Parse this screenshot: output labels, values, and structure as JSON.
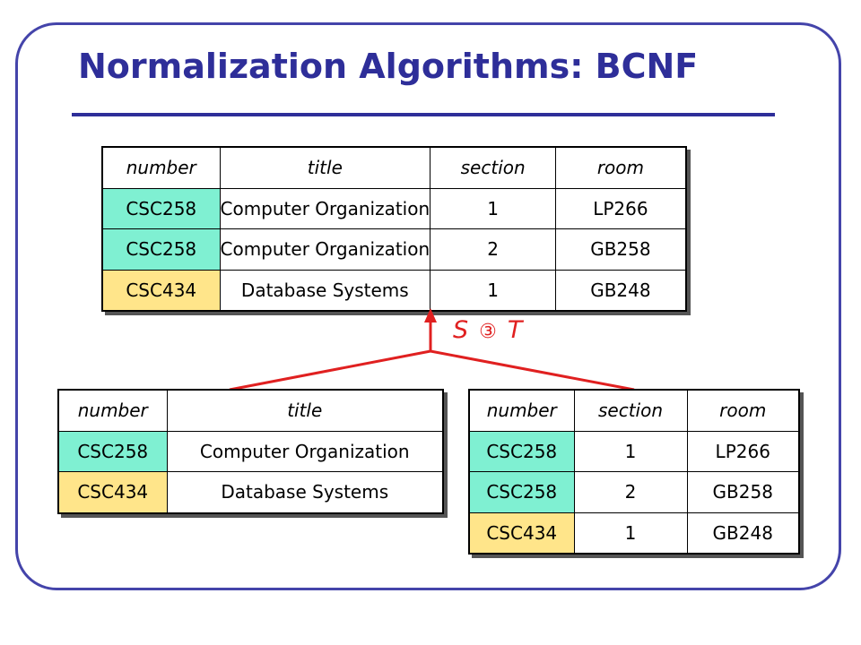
{
  "slide": {
    "title": "Normalization Algorithms: BCNF",
    "decomposition_label": {
      "left": "S",
      "operator": "③",
      "right": "T"
    }
  },
  "colors": {
    "title": "#2e2e99",
    "frame": "#4444aa",
    "teal_cell": "#7ff0d2",
    "yellow_cell": "#ffe58a",
    "arrow": "#e02020"
  },
  "tables": {
    "original": {
      "headers": [
        "number",
        "title",
        "section",
        "room"
      ],
      "rows": [
        [
          "CSC258",
          "Computer Organization",
          "1",
          "LP266"
        ],
        [
          "CSC258",
          "Computer Organization",
          "2",
          "GB258"
        ],
        [
          "CSC434",
          "Database Systems",
          "1",
          "GB248"
        ]
      ]
    },
    "left": {
      "headers": [
        "number",
        "title"
      ],
      "rows": [
        [
          "CSC258",
          "Computer Organization"
        ],
        [
          "CSC434",
          "Database Systems"
        ]
      ]
    },
    "right": {
      "headers": [
        "number",
        "section",
        "room"
      ],
      "rows": [
        [
          "CSC258",
          "1",
          "LP266"
        ],
        [
          "CSC258",
          "2",
          "GB258"
        ],
        [
          "CSC434",
          "1",
          "GB248"
        ]
      ]
    }
  }
}
